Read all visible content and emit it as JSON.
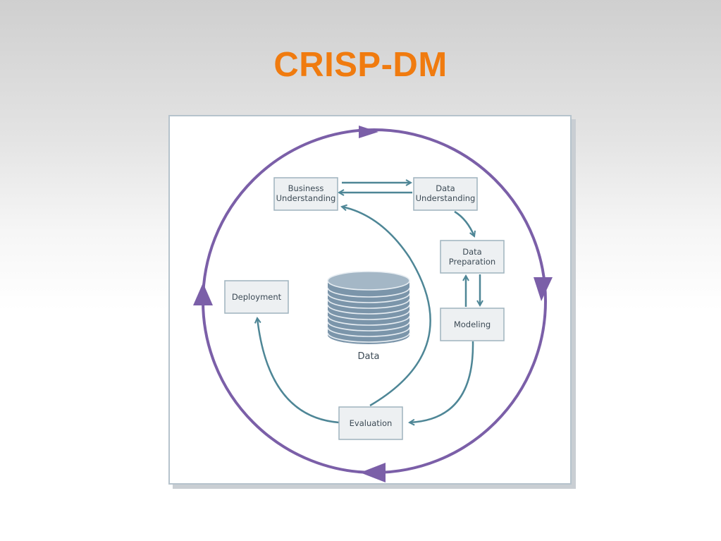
{
  "slide": {
    "title": "CRISP-DM",
    "title_color": "#f07b0f"
  },
  "diagram": {
    "phases": {
      "business_understanding": {
        "line1": "Business",
        "line2": "Understanding"
      },
      "data_understanding": {
        "line1": "Data",
        "line2": "Understanding"
      },
      "data_preparation": {
        "line1": "Data",
        "line2": "Preparation"
      },
      "modeling": {
        "label": "Modeling"
      },
      "evaluation": {
        "label": "Evaluation"
      },
      "deployment": {
        "label": "Deployment"
      }
    },
    "center": {
      "label": "Data"
    },
    "colors": {
      "outer_cycle": "#7b5fa8",
      "inner_arrows": "#4e8696",
      "box_fill": "#edf0f2",
      "box_border": "#9fb3be",
      "database_fill": "#7b95aa",
      "database_line": "#e7edf2"
    }
  }
}
